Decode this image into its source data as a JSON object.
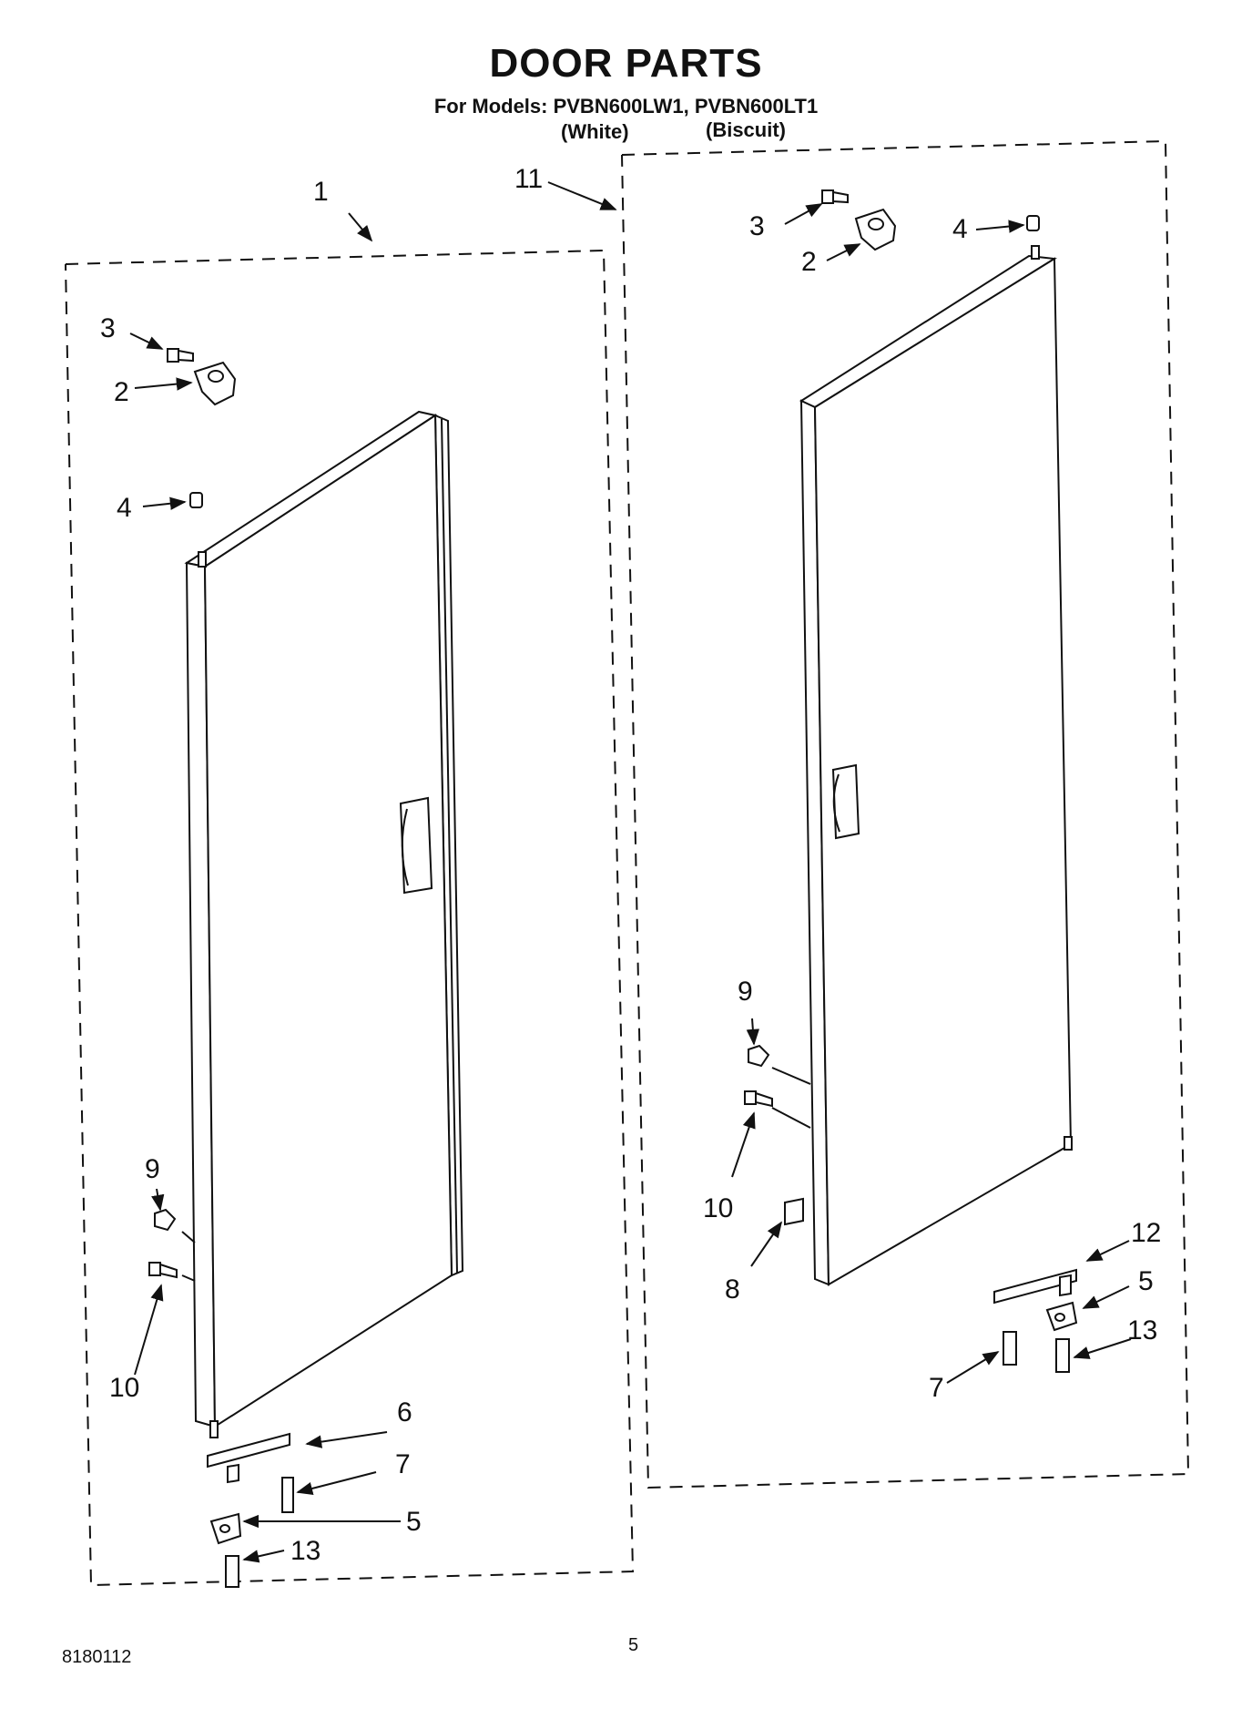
{
  "page": {
    "title": "DOOR PARTS",
    "models": "For Models: PVBN600LW1, PVBN600LT1",
    "color_white": "(White)",
    "color_biscuit": "(Biscuit)",
    "part_number": "8180112",
    "page_number": "5"
  },
  "callouts": {
    "left": {
      "c1": "1",
      "c3": "3",
      "c2": "2",
      "c4": "4",
      "c9": "9",
      "c10": "10",
      "c6": "6",
      "c7": "7",
      "c5": "5",
      "c13": "13"
    },
    "right": {
      "c11": "11",
      "c3": "3",
      "c2": "2",
      "c4": "4",
      "c9": "9",
      "c10": "10",
      "c8": "8",
      "c12": "12",
      "c5": "5",
      "c13": "13",
      "c7": "7"
    }
  }
}
